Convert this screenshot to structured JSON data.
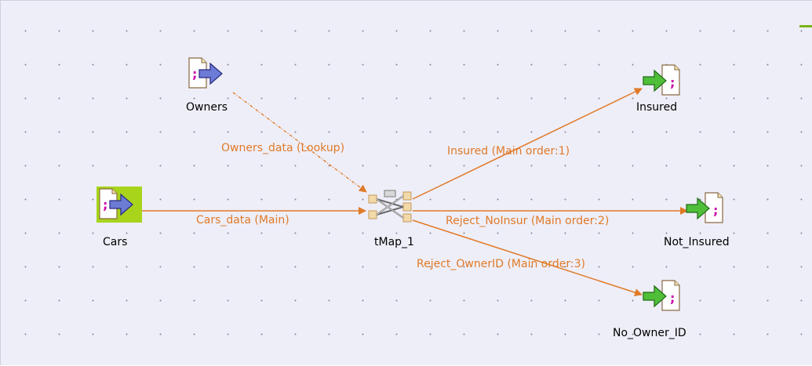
{
  "canvas": {
    "background": "#eeeef8",
    "link_color": "#e07a28",
    "selected_component_color": "#a8d41c"
  },
  "components": {
    "owners": {
      "label": "Owners",
      "icon": "file-input-icon"
    },
    "cars": {
      "label": "Cars",
      "icon": "file-input-icon",
      "selected": true
    },
    "tmap": {
      "label": "tMap_1",
      "icon": "tmap-icon"
    },
    "insured": {
      "label": "Insured",
      "icon": "file-output-icon"
    },
    "not_insured": {
      "label": "Not_Insured",
      "icon": "file-output-icon"
    },
    "no_owner_id": {
      "label": "No_Owner_ID",
      "icon": "file-output-icon"
    }
  },
  "links": {
    "owners_data": {
      "label": "Owners_data (Lookup)",
      "style": "dashed"
    },
    "cars_data": {
      "label": "Cars_data (Main)",
      "style": "solid"
    },
    "insured": {
      "label": "Insured (Main order:1)",
      "style": "solid"
    },
    "reject_noinsur": {
      "label": "Reject_NoInsur (Main order:2)",
      "style": "solid"
    },
    "reject_ownerid": {
      "label": "Reject_OwnerID (Main order:3)",
      "style": "solid"
    }
  }
}
